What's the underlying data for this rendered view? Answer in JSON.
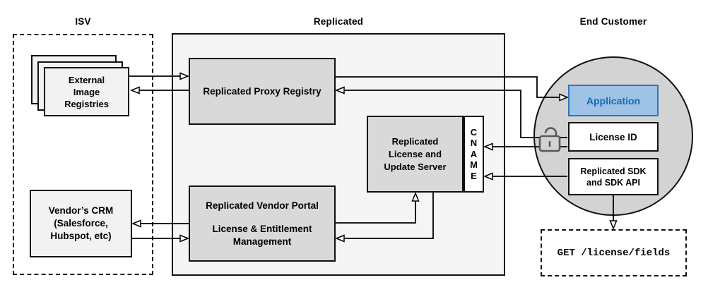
{
  "lanes": {
    "isv_title": "ISV",
    "replicated_title": "Replicated",
    "end_customer_title": "End Customer"
  },
  "isv": {
    "registries": {
      "lines": [
        "External",
        "Image",
        "Registries"
      ]
    },
    "crm": {
      "lines": [
        "Vendor’s CRM",
        "(Salesforce,",
        "Hubspot, etc)"
      ]
    }
  },
  "replicated": {
    "proxy_registry_label": "Replicated Proxy Registry",
    "license_server": {
      "lines": [
        "Replicated",
        "License and",
        "Update Server"
      ]
    },
    "cname_label": "CNAME",
    "vendor_portal": {
      "title": "Replicated Vendor Portal",
      "subtitle_lines": [
        "License & Entitlement",
        "Management"
      ]
    }
  },
  "end_customer": {
    "application_label": "Application",
    "license_id_label": "License ID",
    "sdk": {
      "lines": [
        "Replicated SDK",
        "and SDK API"
      ]
    },
    "api_call": "GET /license/fields"
  },
  "icons": {
    "lock": "unlocked-padlock-icon"
  },
  "colors": {
    "container_fill": "#f5f5f5",
    "node_gray_fill": "#d9d9d9",
    "node_light_fill": "#f2f2f2",
    "circle_fill": "#d3d3d3",
    "application_fill": "#9ec3e6",
    "application_border": "#2e75b6",
    "application_text": "#1769ad",
    "line_color": "#000000"
  }
}
